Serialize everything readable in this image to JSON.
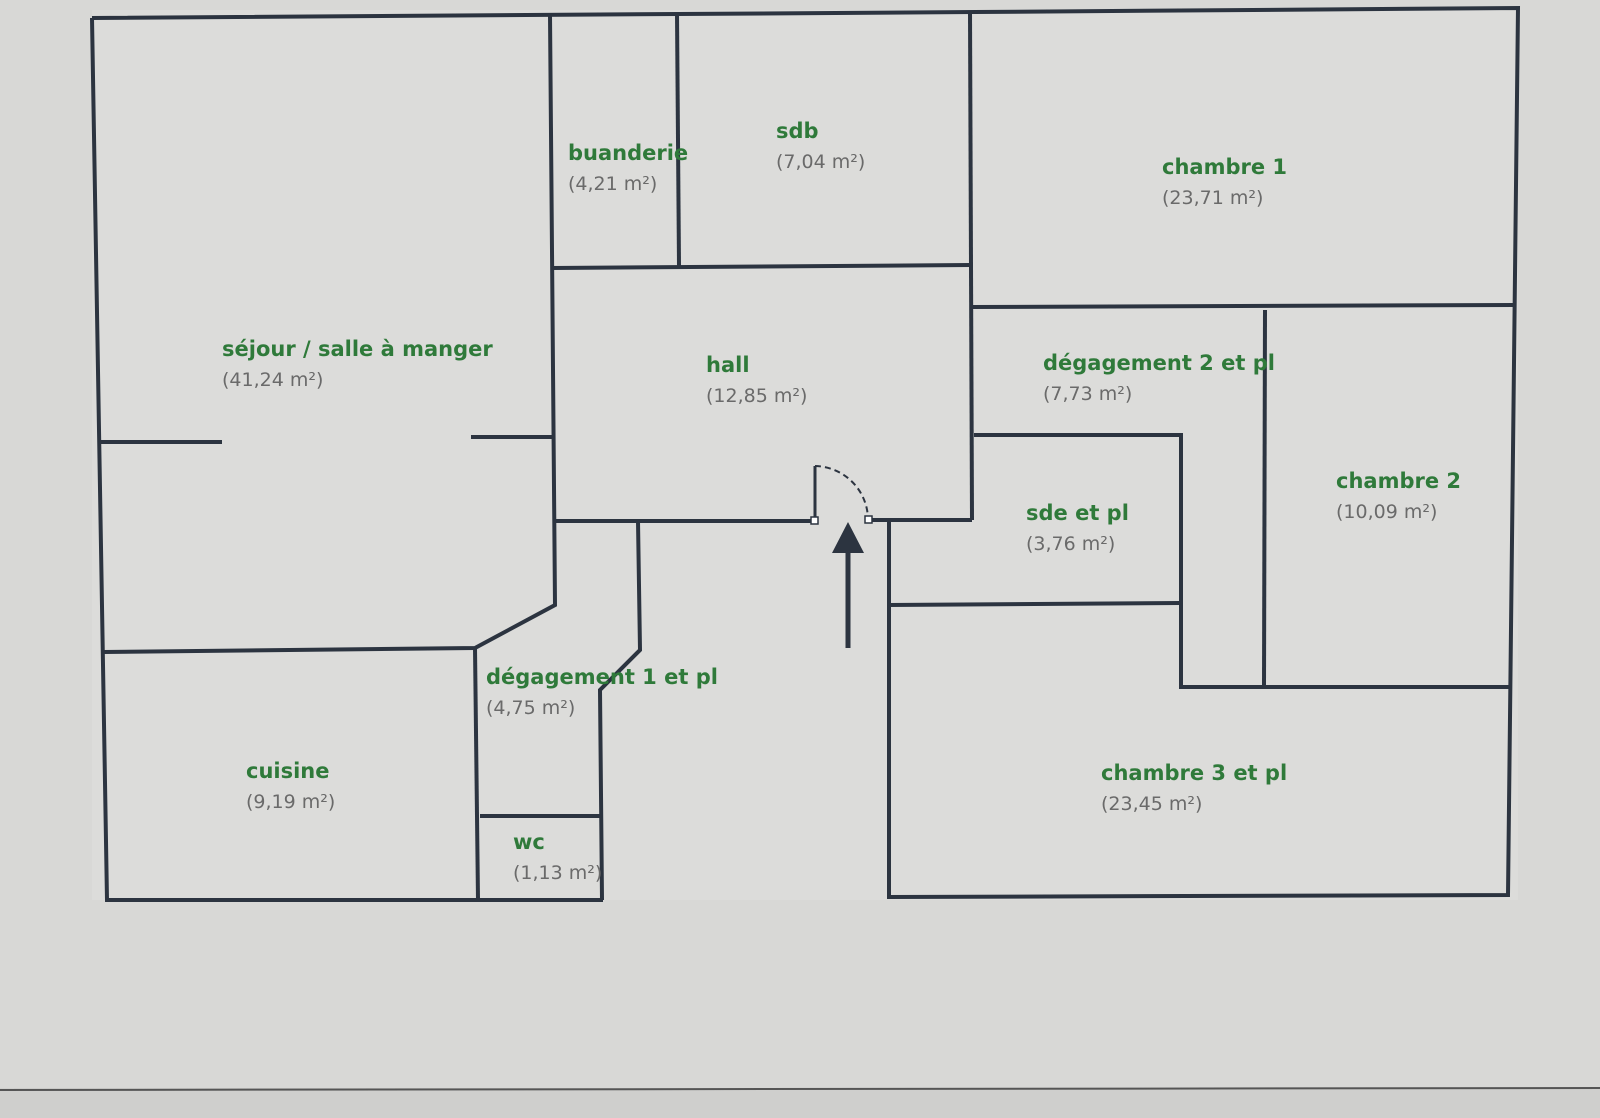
{
  "plan": {
    "rooms": [
      {
        "name": "séjour / salle à manger",
        "area": "(41,24 m²)"
      },
      {
        "name": "buanderie",
        "area": "(4,21 m²)"
      },
      {
        "name": "sdb",
        "area": "(7,04 m²)"
      },
      {
        "name": "chambre 1",
        "area": "(23,71 m²)"
      },
      {
        "name": "hall",
        "area": "(12,85 m²)"
      },
      {
        "name": "dégagement 2 et pl",
        "area": "(7,73 m²)"
      },
      {
        "name": "chambre 2",
        "area": "(10,09 m²)"
      },
      {
        "name": "sde et pl",
        "area": "(3,76 m²)"
      },
      {
        "name": "dégagement 1 et pl",
        "area": "(4,75 m²)"
      },
      {
        "name": "cuisine",
        "area": "(9,19 m²)"
      },
      {
        "name": "wc",
        "area": "(1,13 m²)"
      },
      {
        "name": "chambre 3 et pl",
        "area": "(23,45 m²)"
      }
    ],
    "colors": {
      "wall": "#2c3440",
      "label": "#2f7a3a",
      "area": "#6a6a6a",
      "background": "#d6d6d4"
    }
  }
}
